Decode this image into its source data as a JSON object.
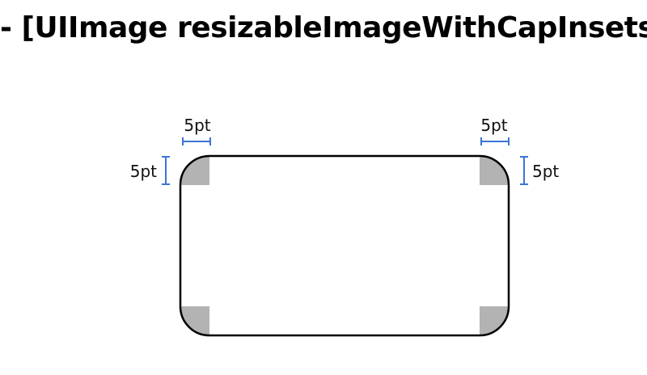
{
  "title": "- [UIImage resizableImageWithCapInsets:]",
  "inset_labels": {
    "top_left": "5pt",
    "top_right": "5pt",
    "left": "5pt",
    "right": "5pt"
  },
  "colors": {
    "outline": "#000000",
    "cap_fill": "#b3b3b3",
    "measure": "#3d74d6",
    "text": "#111111"
  }
}
